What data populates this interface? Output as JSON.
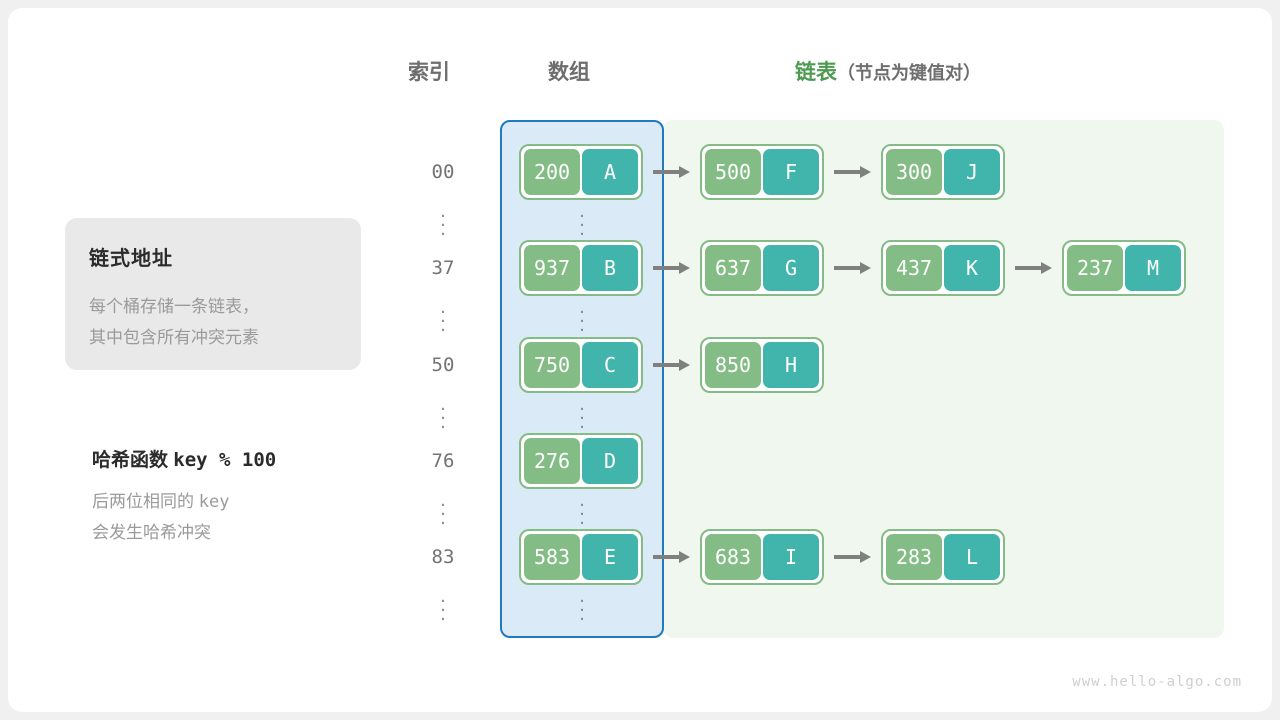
{
  "headers": {
    "index": "索引",
    "array": "数组",
    "list_main": "链表",
    "list_sub": "（节点为键值对）"
  },
  "note_card": {
    "title": "链式地址",
    "line1": "每个桶存储一条链表，",
    "line2": "其中包含所有冲突元素"
  },
  "hash_note": {
    "title_cn": "哈希函数",
    "title_code": "key % 100",
    "sub1_cn": "后两位相同的",
    "sub1_code": "key",
    "sub2": "会发生哈希冲突"
  },
  "colors": {
    "key_cell": "#83bd85",
    "value_cell": "#41b4ab",
    "node_border": "#84bb86",
    "array_region_bg": "#dbeaf7",
    "array_region_border": "#1f7ac0",
    "list_region_bg": "#f0f7ef",
    "arrow": "#808080",
    "header_green": "#4e9a51",
    "header_gray": "#6e6e6e",
    "note_card_bg": "#e9e9e9"
  },
  "ellipsis_glyph": "⋮",
  "buckets": [
    {
      "index": "00",
      "bucket": {
        "key": "200",
        "value": "A"
      },
      "chain": [
        {
          "key": "500",
          "value": "F"
        },
        {
          "key": "300",
          "value": "J"
        }
      ]
    },
    {
      "index": "37",
      "bucket": {
        "key": "937",
        "value": "B"
      },
      "chain": [
        {
          "key": "637",
          "value": "G"
        },
        {
          "key": "437",
          "value": "K"
        },
        {
          "key": "237",
          "value": "M"
        }
      ]
    },
    {
      "index": "50",
      "bucket": {
        "key": "750",
        "value": "C"
      },
      "chain": [
        {
          "key": "850",
          "value": "H"
        }
      ]
    },
    {
      "index": "76",
      "bucket": {
        "key": "276",
        "value": "D"
      },
      "chain": []
    },
    {
      "index": "83",
      "bucket": {
        "key": "583",
        "value": "E"
      },
      "chain": [
        {
          "key": "683",
          "value": "I"
        },
        {
          "key": "283",
          "value": "L"
        }
      ]
    }
  ],
  "watermark": "www.hello-algo.com"
}
